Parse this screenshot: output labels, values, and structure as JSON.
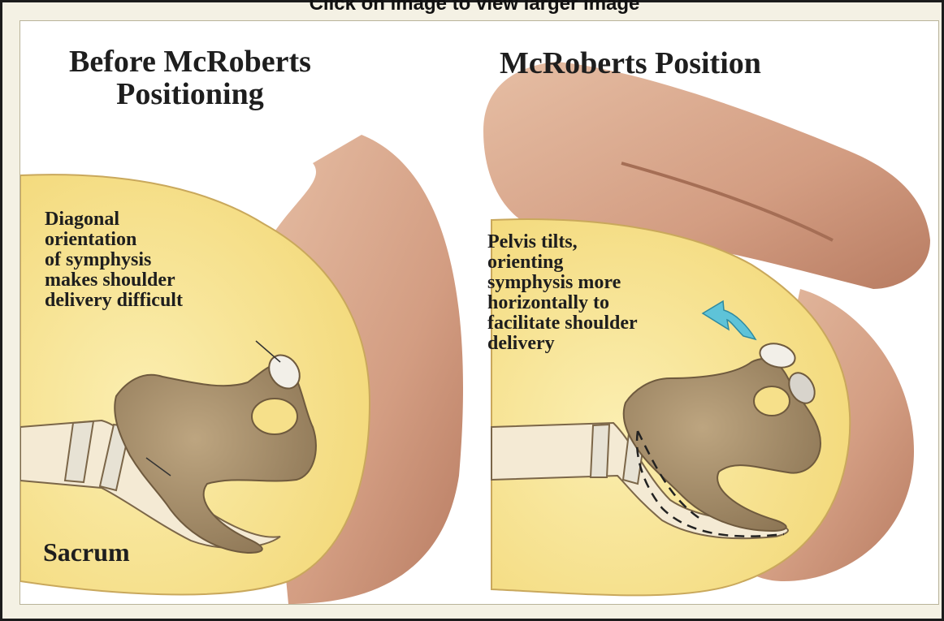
{
  "caption": "Click on image to view larger image",
  "left_panel": {
    "title_line1": "Before McRoberts",
    "title_line2": "Positioning",
    "note_lines": [
      "Diagonal",
      "orientation",
      "of symphysis",
      "makes shoulder",
      "delivery difficult"
    ],
    "sacrum_label": "Sacrum"
  },
  "right_panel": {
    "title": "McRoberts Position",
    "note_lines": [
      "Pelvis tilts,",
      "orienting",
      "symphysis more",
      "horizontally to",
      "facilitate shoulder",
      "delivery"
    ]
  },
  "colors": {
    "body_yellow": "#f6e08a",
    "thigh_skin": "#d7a68a",
    "bone_brown": "#a8916c",
    "spine_cream": "#f4ead4",
    "arrow_blue": "#5ec3d8",
    "frame_bg": "#f4f1e4"
  }
}
